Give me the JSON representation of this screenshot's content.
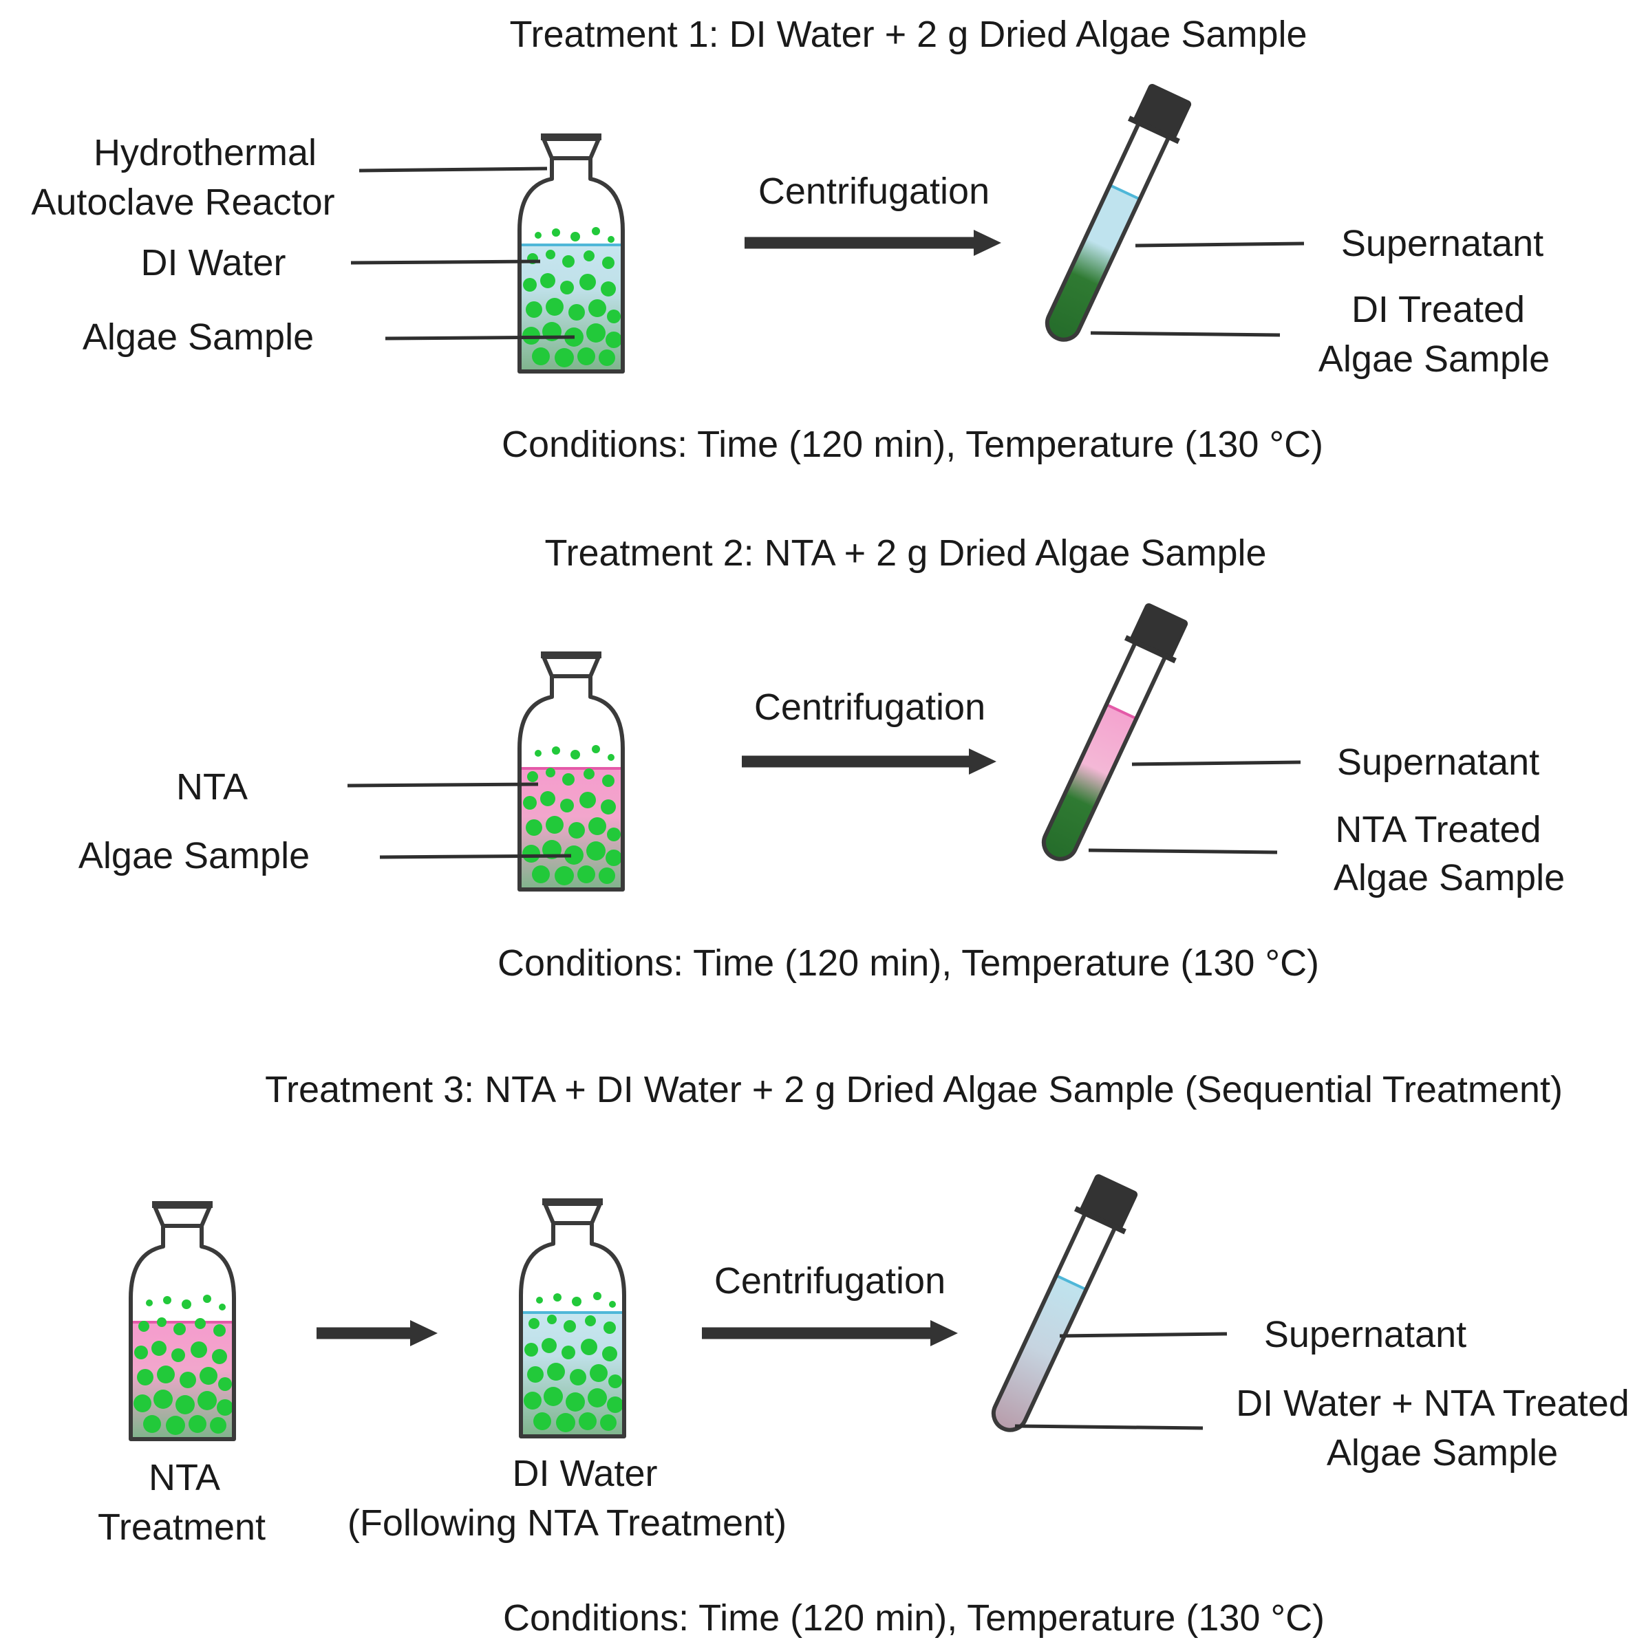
{
  "treatment1": {
    "title": "Treatment 1: DI Water + 2 g Dried Algae Sample",
    "reactor_label_1": "Hydrothermal",
    "reactor_label_2": "Autoclave Reactor",
    "liquid_label": "DI Water",
    "sample_label": "Algae Sample",
    "step_label": "Centrifugation",
    "supernatant_label": "Supernatant",
    "treated_label_1": "DI Treated",
    "treated_label_2": "Algae Sample",
    "conditions": "Conditions: Time (120 min), Temperature (130 °C)"
  },
  "treatment2": {
    "title": "Treatment 2: NTA + 2 g Dried Algae Sample",
    "liquid_label": "NTA",
    "sample_label": "Algae Sample",
    "step_label": "Centrifugation",
    "supernatant_label": "Supernatant",
    "treated_label_1": "NTA Treated",
    "treated_label_2": "Algae Sample",
    "conditions": "Conditions: Time (120 min), Temperature (130 °C)"
  },
  "treatment3": {
    "title": "Treatment 3: NTA + DI Water  + 2 g Dried Algae Sample (Sequential Treatment)",
    "bottle1_label_1": "NTA",
    "bottle1_label_2": "Treatment",
    "bottle2_label_1": "DI Water",
    "bottle2_label_2": "(Following NTA Treatment)",
    "step_label": "Centrifugation",
    "supernatant_label": "Supernatant",
    "treated_label_1": "DI Water + NTA Treated",
    "treated_label_2": "Algae Sample",
    "conditions": "Conditions: Time (120 min), Temperature (130 °C)"
  },
  "colors": {
    "water": "#bfe3ee",
    "nta": "#f28fc7",
    "algae": "#22c93a",
    "sediment": "#2f7a32",
    "mixed_sediment": "#b79aa8"
  }
}
